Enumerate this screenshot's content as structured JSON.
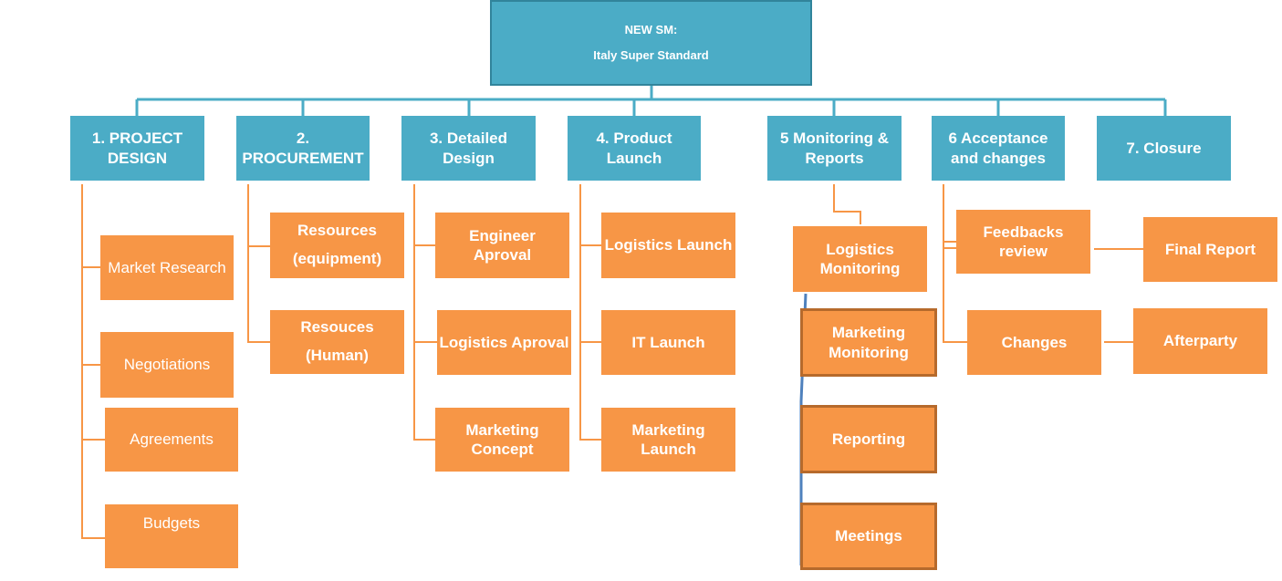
{
  "root": {
    "line1": "NEW SM:",
    "line2": "Italy Super Standard"
  },
  "phases": [
    {
      "label": "1. PROJECT DESIGN",
      "children": [
        "Market Research",
        "Negotiations",
        "Agreements",
        "Budgets"
      ]
    },
    {
      "label": "2. PROCUREMENT",
      "children": [
        "Resources (equipment)",
        "Resouces (Human)"
      ]
    },
    {
      "label": "3. Detailed Design",
      "children": [
        "Engineer Aproval",
        "Logistics Aproval",
        "Marketing Concept"
      ]
    },
    {
      "label": "4. Product Launch",
      "children": [
        "Logistics Launch",
        "IT Launch",
        "Marketing Launch"
      ]
    },
    {
      "label": "5 Monitoring & Reports",
      "children": [
        "Logistics Monitoring",
        "Marketing Monitoring",
        "Reporting",
        "Meetings"
      ]
    },
    {
      "label": "6 Acceptance and changes",
      "children": [
        "Feedbacks review",
        "Changes"
      ],
      "followups": [
        "Final Report",
        "Afterparty"
      ]
    },
    {
      "label": "7. Closure",
      "children": []
    }
  ],
  "colors": {
    "phase": "#4bacc6",
    "task": "#f79646",
    "connector_top": "#4bacc6",
    "connector_task": "#f79646",
    "connector_blue": "#4f81bd"
  }
}
